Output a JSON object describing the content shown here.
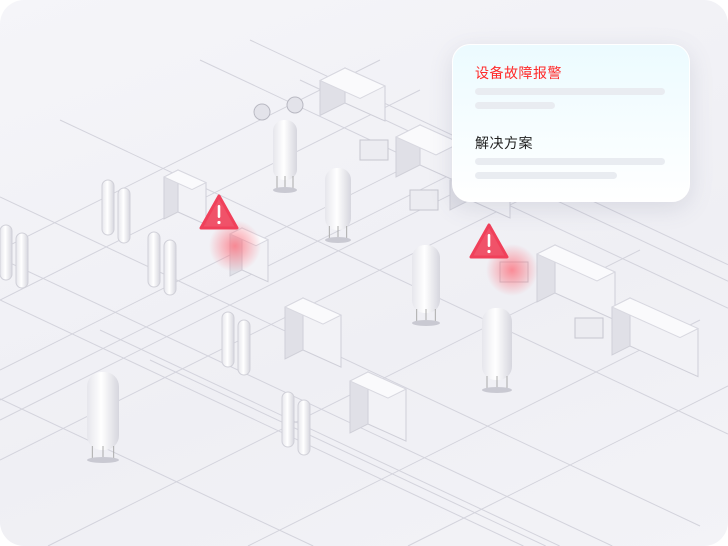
{
  "alert_card": {
    "title": "设备故障报警",
    "solution_heading": "解决方案"
  },
  "colors": {
    "alert": "#ff2a2a",
    "warning_icon": "#f0405a",
    "background": "#f2f2f6"
  },
  "warnings": [
    {
      "icon": "warning-triangle-icon",
      "target": "cabinet-left"
    },
    {
      "icon": "warning-triangle-icon",
      "target": "transformer-right"
    }
  ]
}
